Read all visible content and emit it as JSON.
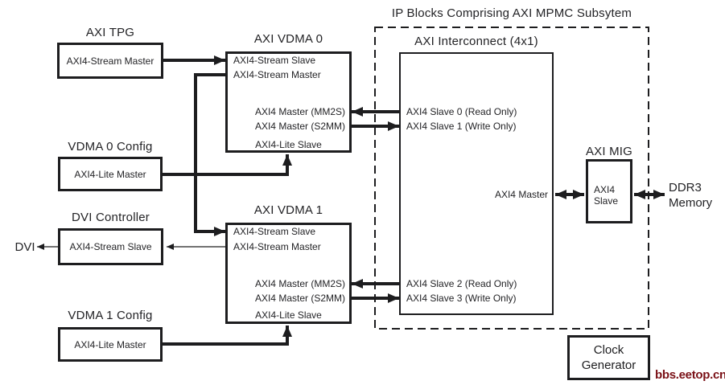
{
  "diagram_title": "IP Blocks Comprising AXI MPMC Subsytem",
  "watermark": "bbs.eetop.cn",
  "external": {
    "dvi_label": "DVI",
    "ddr3_line1": "DDR3",
    "ddr3_line2": "Memory"
  },
  "blocks": {
    "axi_tpg": {
      "title": "AXI TPG",
      "port": "AXI4-Stream Master"
    },
    "axi_vdma_0": {
      "title": "AXI VDMA 0",
      "stream_slave": "AXI4-Stream Slave",
      "stream_master": "AXI4-Stream Master",
      "master_mm2s": "AXI4 Master (MM2S)",
      "master_s2mm": "AXI4 Master (S2MM)",
      "lite_slave": "AXI4-Lite Slave"
    },
    "vdma_0_config": {
      "title": "VDMA 0 Config",
      "port": "AXI4-Lite Master"
    },
    "dvi_controller": {
      "title": "DVI Controller",
      "port": "AXI4-Stream Slave"
    },
    "axi_vdma_1": {
      "title": "AXI VDMA 1",
      "stream_slave": "AXI4-Stream Slave",
      "stream_master": "AXI4-Stream Master",
      "master_mm2s": "AXI4 Master (MM2S)",
      "master_s2mm": "AXI4 Master (S2MM)",
      "lite_slave": "AXI4-Lite Slave"
    },
    "vdma_1_config": {
      "title": "VDMA 1 Config",
      "port": "AXI4-Lite Master"
    },
    "axi_interconnect": {
      "title": "AXI Interconnect (4x1)",
      "slave_0": "AXI4 Slave 0 (Read Only)",
      "slave_1": "AXI4 Slave 1 (Write Only)",
      "slave_2": "AXI4 Slave 2 (Read Only)",
      "slave_3": "AXI4 Slave 3 (Write Only)",
      "master": "AXI4 Master"
    },
    "axi_mig": {
      "title": "AXI MIG",
      "port_line1": "AXI4",
      "port_line2": "Slave"
    },
    "clock_generator": {
      "line1": "Clock",
      "line2": "Generator"
    }
  },
  "colors": {
    "ink": "#1d1d1f",
    "watermark": "#7a1016"
  }
}
